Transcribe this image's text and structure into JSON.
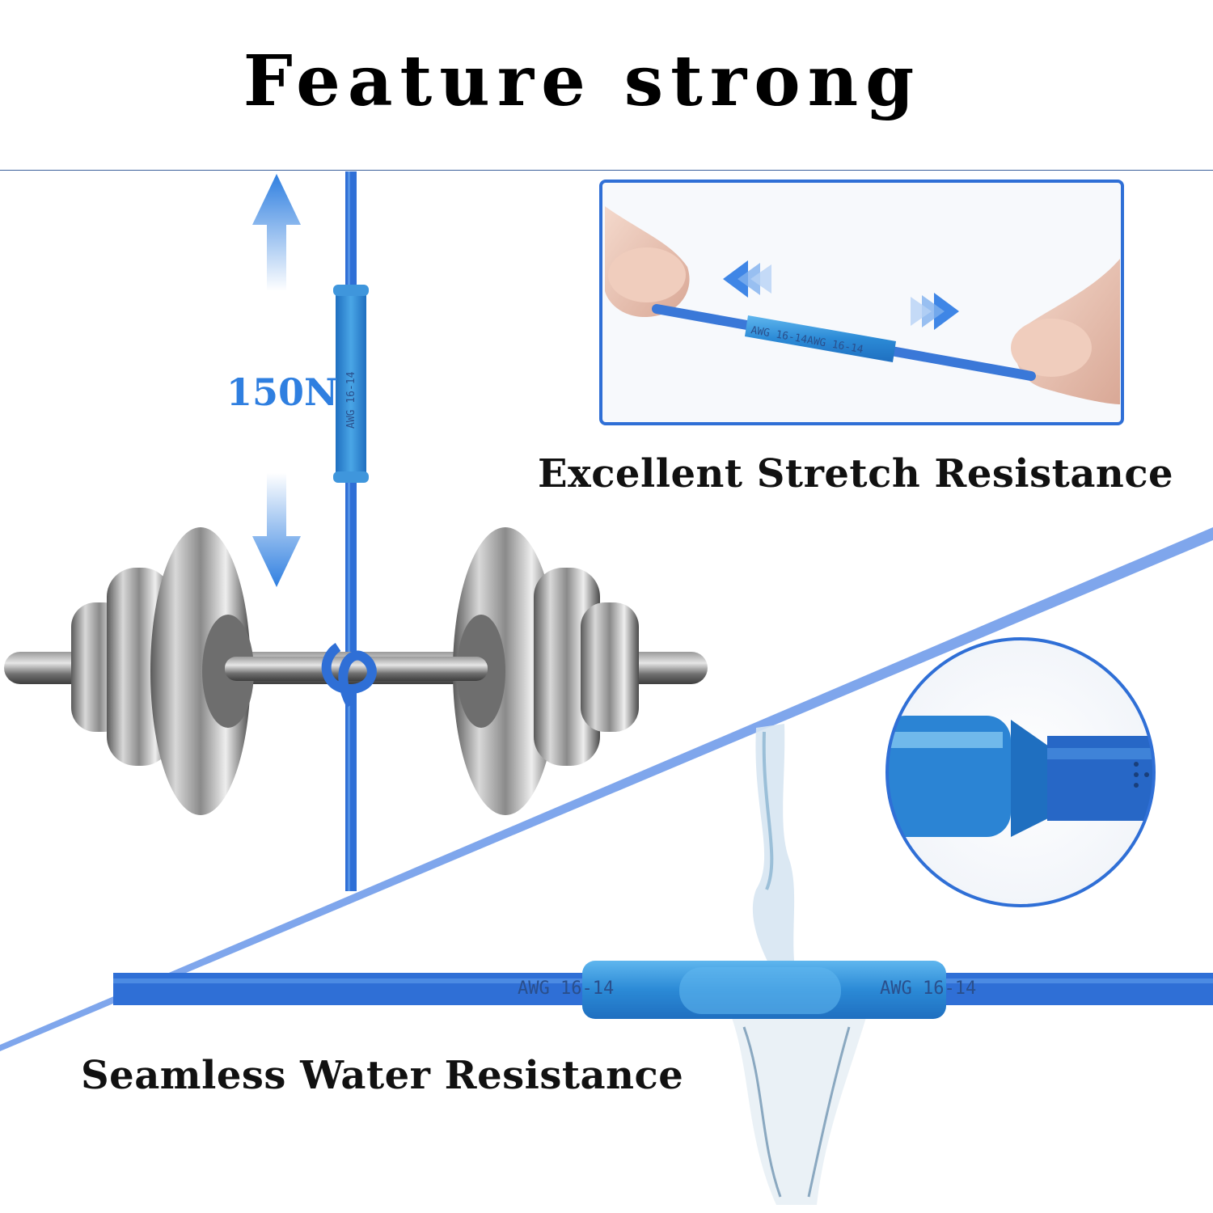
{
  "title": "Feature strong",
  "force": {
    "label": "150N"
  },
  "stretch": {
    "caption": "Excellent Stretch Resistance"
  },
  "water": {
    "caption": "Seamless Water Resistance"
  },
  "cable_markings": {
    "vertical": "AWG 16-14",
    "horizontal_left": "AWG 16-14",
    "horizontal_right": "AWG 16-14"
  },
  "colors": {
    "accent_blue": "#2f7fe0",
    "cable_blue": "#2f6fd6",
    "frame_blue": "#2f6fd6",
    "text": "#111111"
  },
  "icons": [
    "arrow-up-icon",
    "arrow-down-icon",
    "arrow-left-icon",
    "arrow-right-icon"
  ]
}
